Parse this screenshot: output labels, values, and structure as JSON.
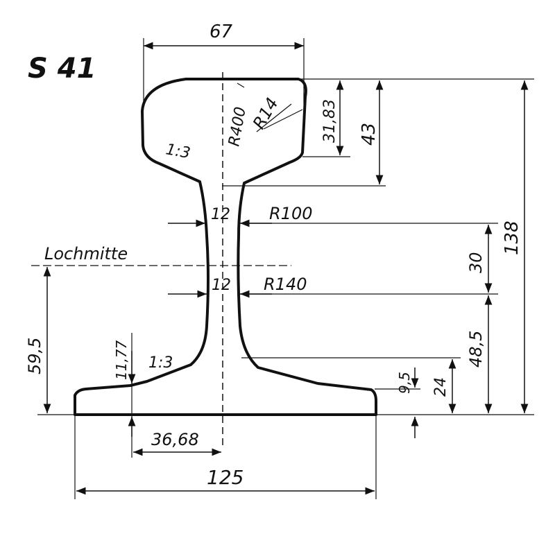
{
  "title": "S 41",
  "dimensions": {
    "head_width": "67",
    "head_height_inner": "31,83",
    "head_height": "43",
    "total_height": "138",
    "head_top_radius": "R400",
    "head_corner_radius": "R14",
    "head_slope": "1:3",
    "web_upper_thickness": "12",
    "web_upper_radius": "R100",
    "web_lower_thickness": "12",
    "web_lower_radius": "R140",
    "web_span": "30",
    "hole_center_label": "Lochmitte",
    "hole_center_height": "59,5",
    "lower_height": "48,5",
    "foot_edge_height": "11,77",
    "foot_slope": "1:3",
    "foot_height_small": "9,5",
    "foot_height": "24",
    "foot_half_offset": "36,68",
    "foot_width": "125"
  }
}
